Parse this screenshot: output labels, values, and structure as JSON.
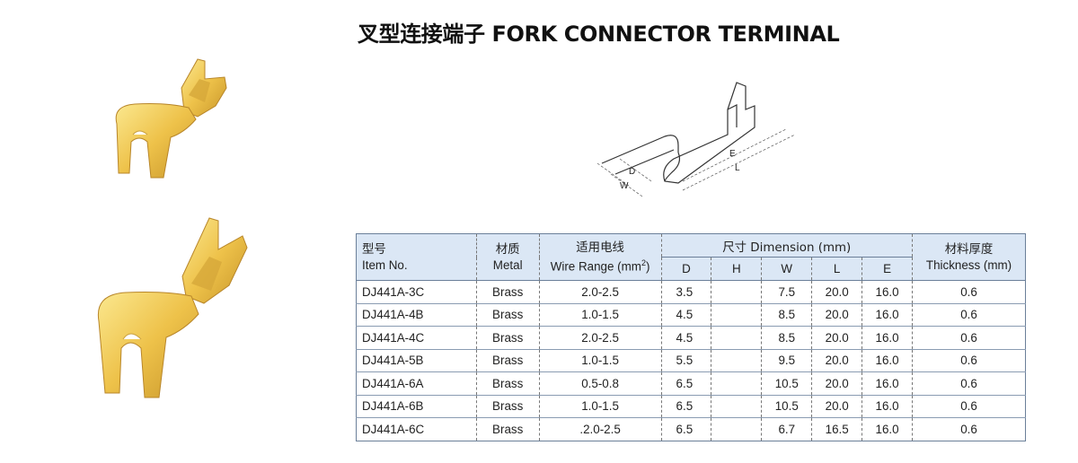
{
  "title": "叉型连接端子 FORK CONNECTOR TERMINAL",
  "drawing": {
    "labels": {
      "D": "D",
      "W": "W",
      "E": "E",
      "L": "L"
    }
  },
  "table": {
    "headers": {
      "item": {
        "cn": "型号",
        "en": "Item No."
      },
      "metal": {
        "cn": "材质",
        "en": "Metal"
      },
      "wire": {
        "cn": "适用电线",
        "en": "Wire Range (mm",
        "sup": "2",
        "close": ")"
      },
      "dimension": {
        "label": "尺寸 Dimension (mm)",
        "sub": [
          "D",
          "H",
          "W",
          "L",
          "E"
        ]
      },
      "thickness": {
        "cn": "材料厚度",
        "en": "Thickness (mm)"
      }
    },
    "rows": [
      {
        "item": "DJ441A-3C",
        "metal": "Brass",
        "wire": "2.0-2.5",
        "D": "3.5",
        "H": "",
        "W": "7.5",
        "L": "20.0",
        "E": "16.0",
        "thickness": "0.6"
      },
      {
        "item": "DJ441A-4B",
        "metal": "Brass",
        "wire": "1.0-1.5",
        "D": "4.5",
        "H": "",
        "W": "8.5",
        "L": "20.0",
        "E": "16.0",
        "thickness": "0.6"
      },
      {
        "item": "DJ441A-4C",
        "metal": "Brass",
        "wire": "2.0-2.5",
        "D": "4.5",
        "H": "",
        "W": "8.5",
        "L": "20.0",
        "E": "16.0",
        "thickness": "0.6"
      },
      {
        "item": "DJ441A-5B",
        "metal": "Brass",
        "wire": "1.0-1.5",
        "D": "5.5",
        "H": "",
        "W": "9.5",
        "L": "20.0",
        "E": "16.0",
        "thickness": "0.6"
      },
      {
        "item": "DJ441A-6A",
        "metal": "Brass",
        "wire": "0.5-0.8",
        "D": "6.5",
        "H": "",
        "W": "10.5",
        "L": "20.0",
        "E": "16.0",
        "thickness": "0.6"
      },
      {
        "item": "DJ441A-6B",
        "metal": "Brass",
        "wire": "1.0-1.5",
        "D": "6.5",
        "H": "",
        "W": "10.5",
        "L": "20.0",
        "E": "16.0",
        "thickness": "0.6"
      },
      {
        "item": "DJ441A-6C",
        "metal": "Brass",
        "wire": ".2.0-2.5",
        "D": "6.5",
        "H": "",
        "W": "6.7",
        "L": "16.5",
        "E": "16.0",
        "thickness": "0.6"
      }
    ]
  },
  "colors": {
    "header_bg": "#dbe7f5",
    "brass_light": "#f5d36b",
    "brass_dark": "#c8962a"
  },
  "icons": {
    "product_photo": "fork-terminal-image",
    "technical_drawing": "fork-terminal-drawing"
  }
}
